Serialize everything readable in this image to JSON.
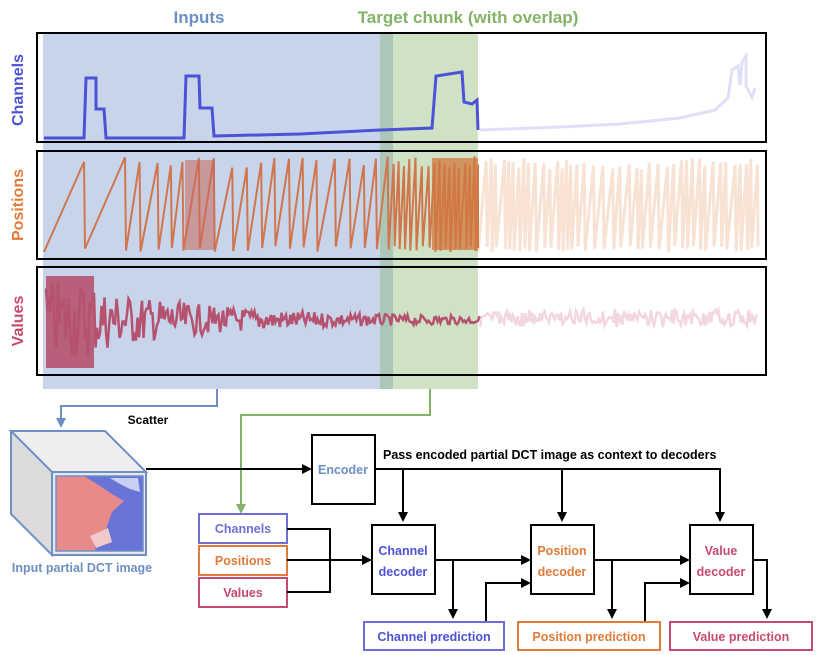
{
  "colors": {
    "inputs_blue": "#6d8fc4",
    "target_green": "#82b366",
    "channel_purple": "#4c52d6",
    "position_orange": "#e07b39",
    "value_pink": "#c84a6e",
    "black": "#000000"
  },
  "top": {
    "inputs_label": "Inputs",
    "target_label": "Target chunk (with overlap)"
  },
  "rows": {
    "channels": "Channels",
    "positions": "Positions",
    "values": "Values"
  },
  "scatter_label": "Scatter",
  "dct_image_label": "Input partial DCT image",
  "encoder_label": "Encoder",
  "context_label": "Pass encoded partial DCT image as context to decoders",
  "input_boxes": {
    "channels": "Channels",
    "positions": "Positions",
    "values": "Values"
  },
  "decoders": {
    "channel_line1": "Channel",
    "channel_line2": "decoder",
    "position_line1": "Position",
    "position_line2": "decoder",
    "value_line1": "Value",
    "value_line2": "decoder"
  },
  "predictions": {
    "channel": "Channel prediction",
    "position": "Position prediction",
    "value": "Value prediction"
  },
  "icons": {
    "dct_cube": "cube-icon"
  }
}
